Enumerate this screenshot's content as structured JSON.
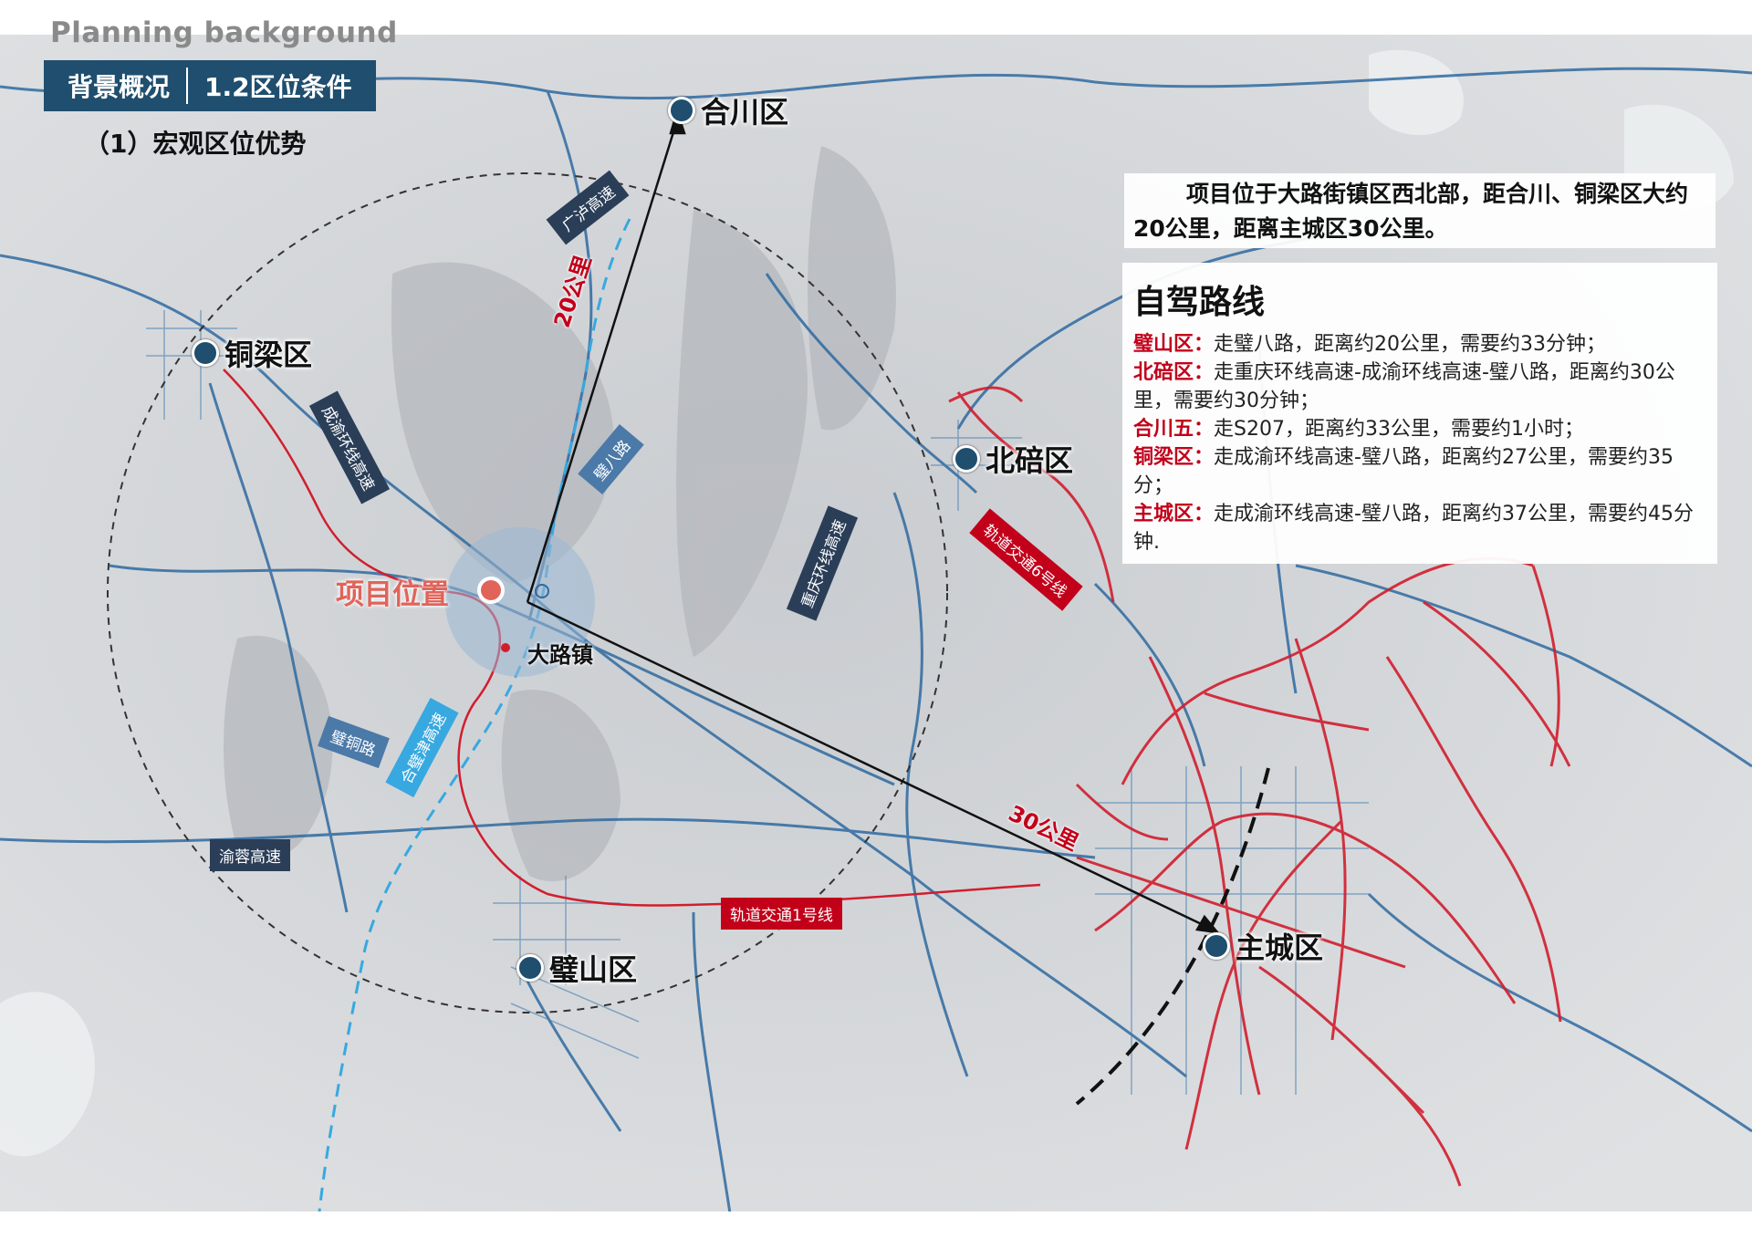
{
  "header": {
    "kicker": "Planning background",
    "section": "背景概况",
    "subsection": "1.2区位条件",
    "heading": "（1）宏观区位优势"
  },
  "colors": {
    "brand_navy": "#1f4e6e",
    "rail_red": "#c2001a",
    "highway_blue": "#2f6aa0",
    "expressway_dashed": "#38a8e0",
    "project_marker": "#e0645a"
  },
  "places": {
    "hechuan": "合川区",
    "tongliang": "铜梁区",
    "beibei": "北碚区",
    "bishan": "璧山区",
    "main_city": "主城区",
    "project": "项目位置",
    "town": "大路镇"
  },
  "distances": {
    "to_hechuan": "20公里",
    "to_main_city": "30公里"
  },
  "road_labels": {
    "guanglu": "广泸高速",
    "chengyu_ring": "成渝环线高速",
    "biba": "璧八路",
    "chongqing_ring": "重庆环线高速",
    "metro_6": "轨道交通6号线",
    "bitong": "璧铜路",
    "hebijin": "合璧津高速",
    "yurong": "渝蓉高速",
    "metro_1": "轨道交通1号线"
  },
  "summary": {
    "text": "项目位于大路街镇区西北部，距合川、铜梁区大约20公里，距离主城区30公里。"
  },
  "routes": {
    "title": "自驾路线",
    "items": [
      {
        "key": "璧山区：",
        "text": "走璧八路，距离约20公里，需要约33分钟；"
      },
      {
        "key": "北碚区：",
        "text": "走重庆环线高速-成渝环线高速-璧八路，距离约30公里，需要约30分钟；"
      },
      {
        "key": "合川五：",
        "text": "走S207，距离约33公里，需要约1小时；"
      },
      {
        "key": "铜梁区：",
        "text": "走成渝环线高速-璧八路，距离约27公里，需要约35分；"
      },
      {
        "key": "主城区：",
        "text": "走成渝环线高速-璧八路，距离约37公里，需要约45分钟."
      }
    ]
  }
}
